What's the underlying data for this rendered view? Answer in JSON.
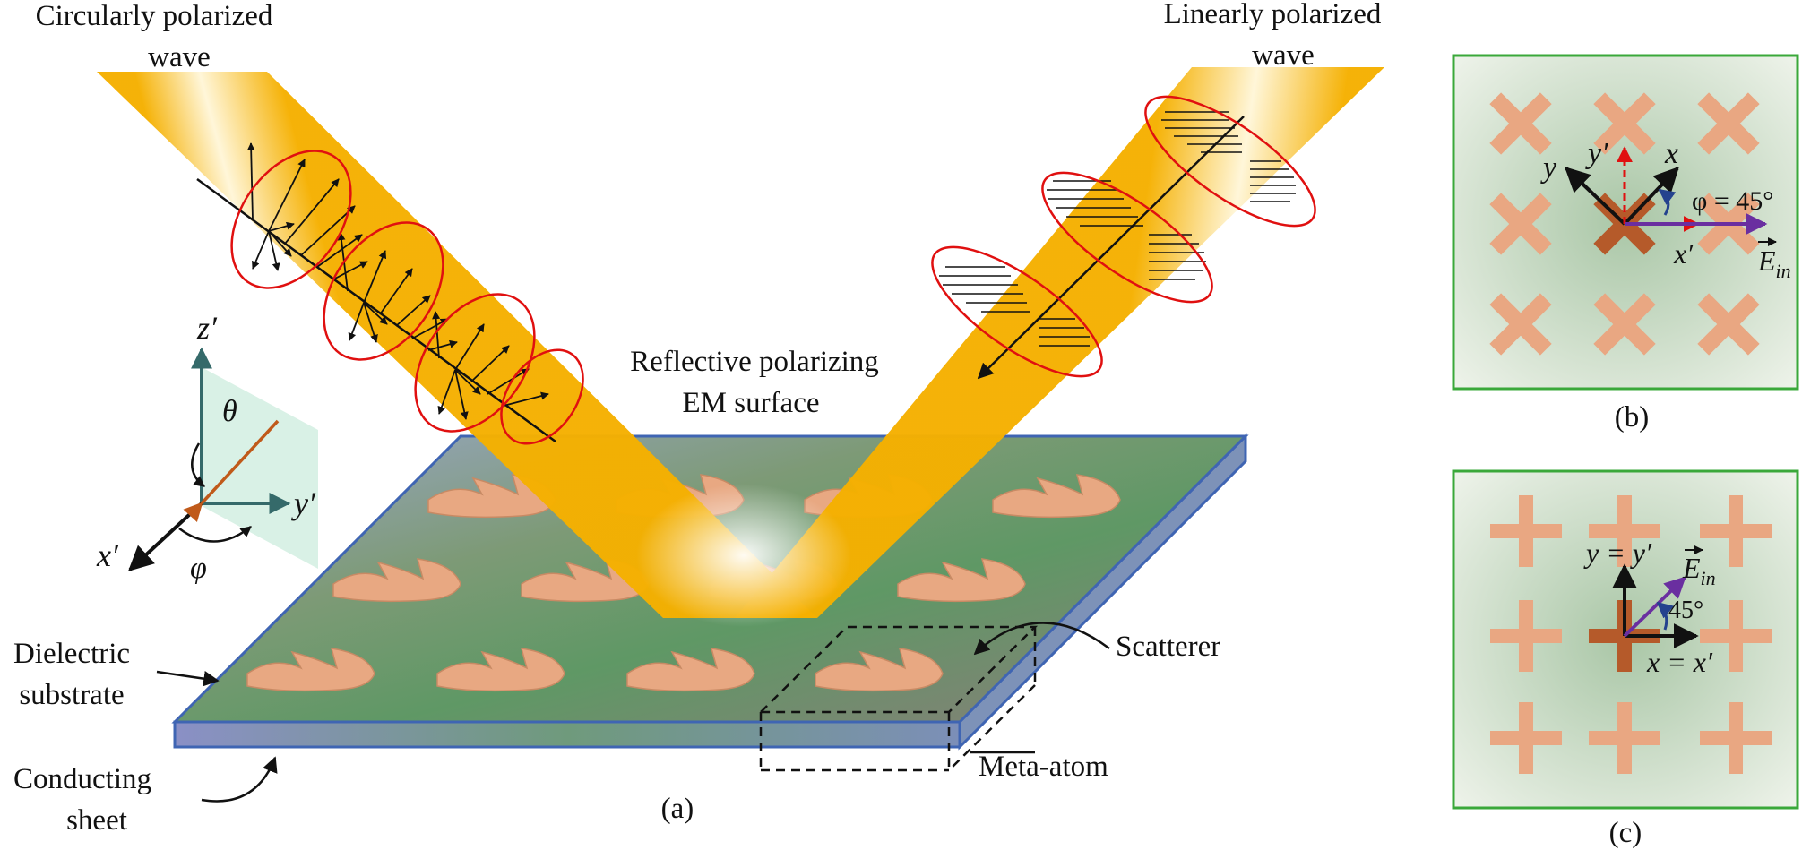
{
  "labels": {
    "circular_wave_line1": "Circularly polarized",
    "circular_wave_line2": "wave",
    "linear_wave_line1": "Linearly polarized",
    "linear_wave_line2": "wave",
    "surface_line1": "Reflective polarizing",
    "surface_line2": "EM surface",
    "dielectric_line1": "Dielectric",
    "dielectric_line2": "substrate",
    "conducting_line1": "Conducting",
    "conducting_line2": "sheet",
    "scatterer": "Scatterer",
    "meta_atom": "Meta-atom",
    "caption_a": "(a)",
    "caption_b": "(b)",
    "caption_c": "(c)"
  },
  "axes": {
    "z_prime": "z′",
    "y_prime": "y′",
    "x_prime": "x′",
    "theta": "θ",
    "phi": "φ"
  },
  "panel_b": {
    "y_label": "y",
    "y_prime_label": "y′",
    "x_label": "x",
    "x_prime_label": "x′",
    "angle_label": "φ = 45°",
    "e_field_label": "E",
    "e_field_sub": "in"
  },
  "panel_c": {
    "y_label": "y = y′",
    "x_label": "x = x′",
    "angle_label": "45°",
    "e_field_label": "E",
    "e_field_sub": "in"
  },
  "colors": {
    "beam": "#f5b800",
    "polarization_ellipse": "#e01010",
    "substrate_edge": "#3f65b3",
    "panel_border": "#3aa83a",
    "scatterer": "#e8a882",
    "e_field_arrow": "#6a2fa0",
    "local_axis_dashed": "#e01010",
    "angle_arc": "#24428e"
  }
}
